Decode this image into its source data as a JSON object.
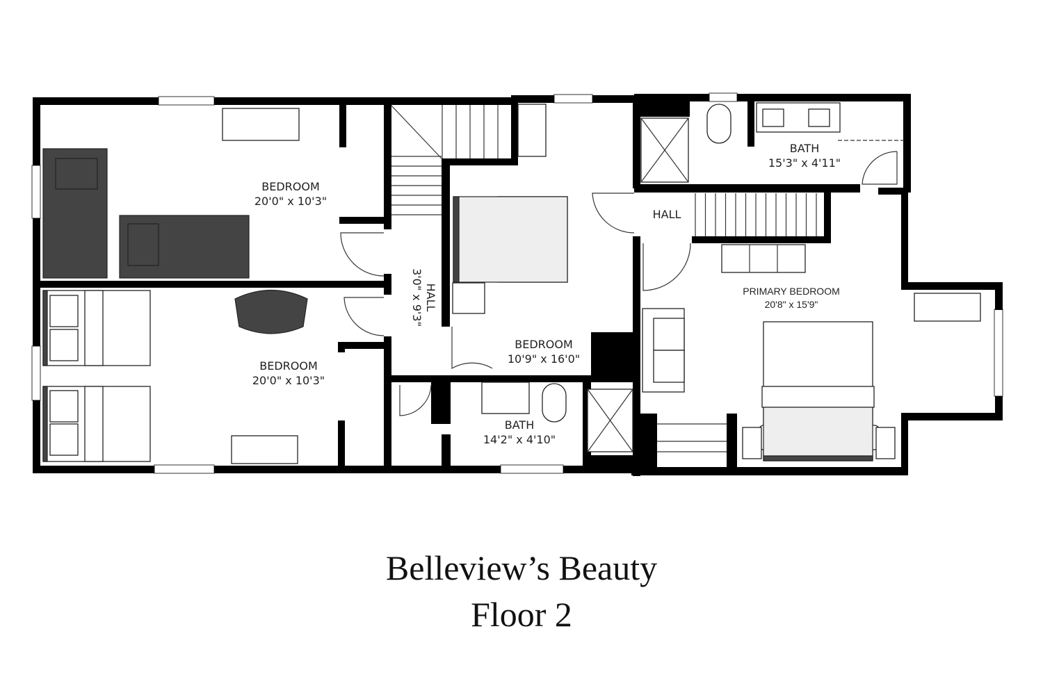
{
  "plan": {
    "rooms": [
      {
        "name": "BEDROOM",
        "dims": "20'0\" x 10'3\""
      },
      {
        "name": "BEDROOM",
        "dims": "20'0\" x 10'3\""
      },
      {
        "name": "HALL",
        "dims": "3'0\" x 9'3\""
      },
      {
        "name": "BEDROOM",
        "dims": "10'9\" x 16'0\""
      },
      {
        "name": "BATH",
        "dims": "14'2\" x 4'10\""
      },
      {
        "name": "BATH",
        "dims": "15'3\" x 4'11\""
      },
      {
        "name": "HALL",
        "dims": ""
      },
      {
        "name": "PRIMARY BEDROOM",
        "dims": "20'8\" x 15'9\""
      }
    ]
  },
  "title": {
    "line1": "Belleview’s Beauty",
    "line2": "Floor 2"
  }
}
